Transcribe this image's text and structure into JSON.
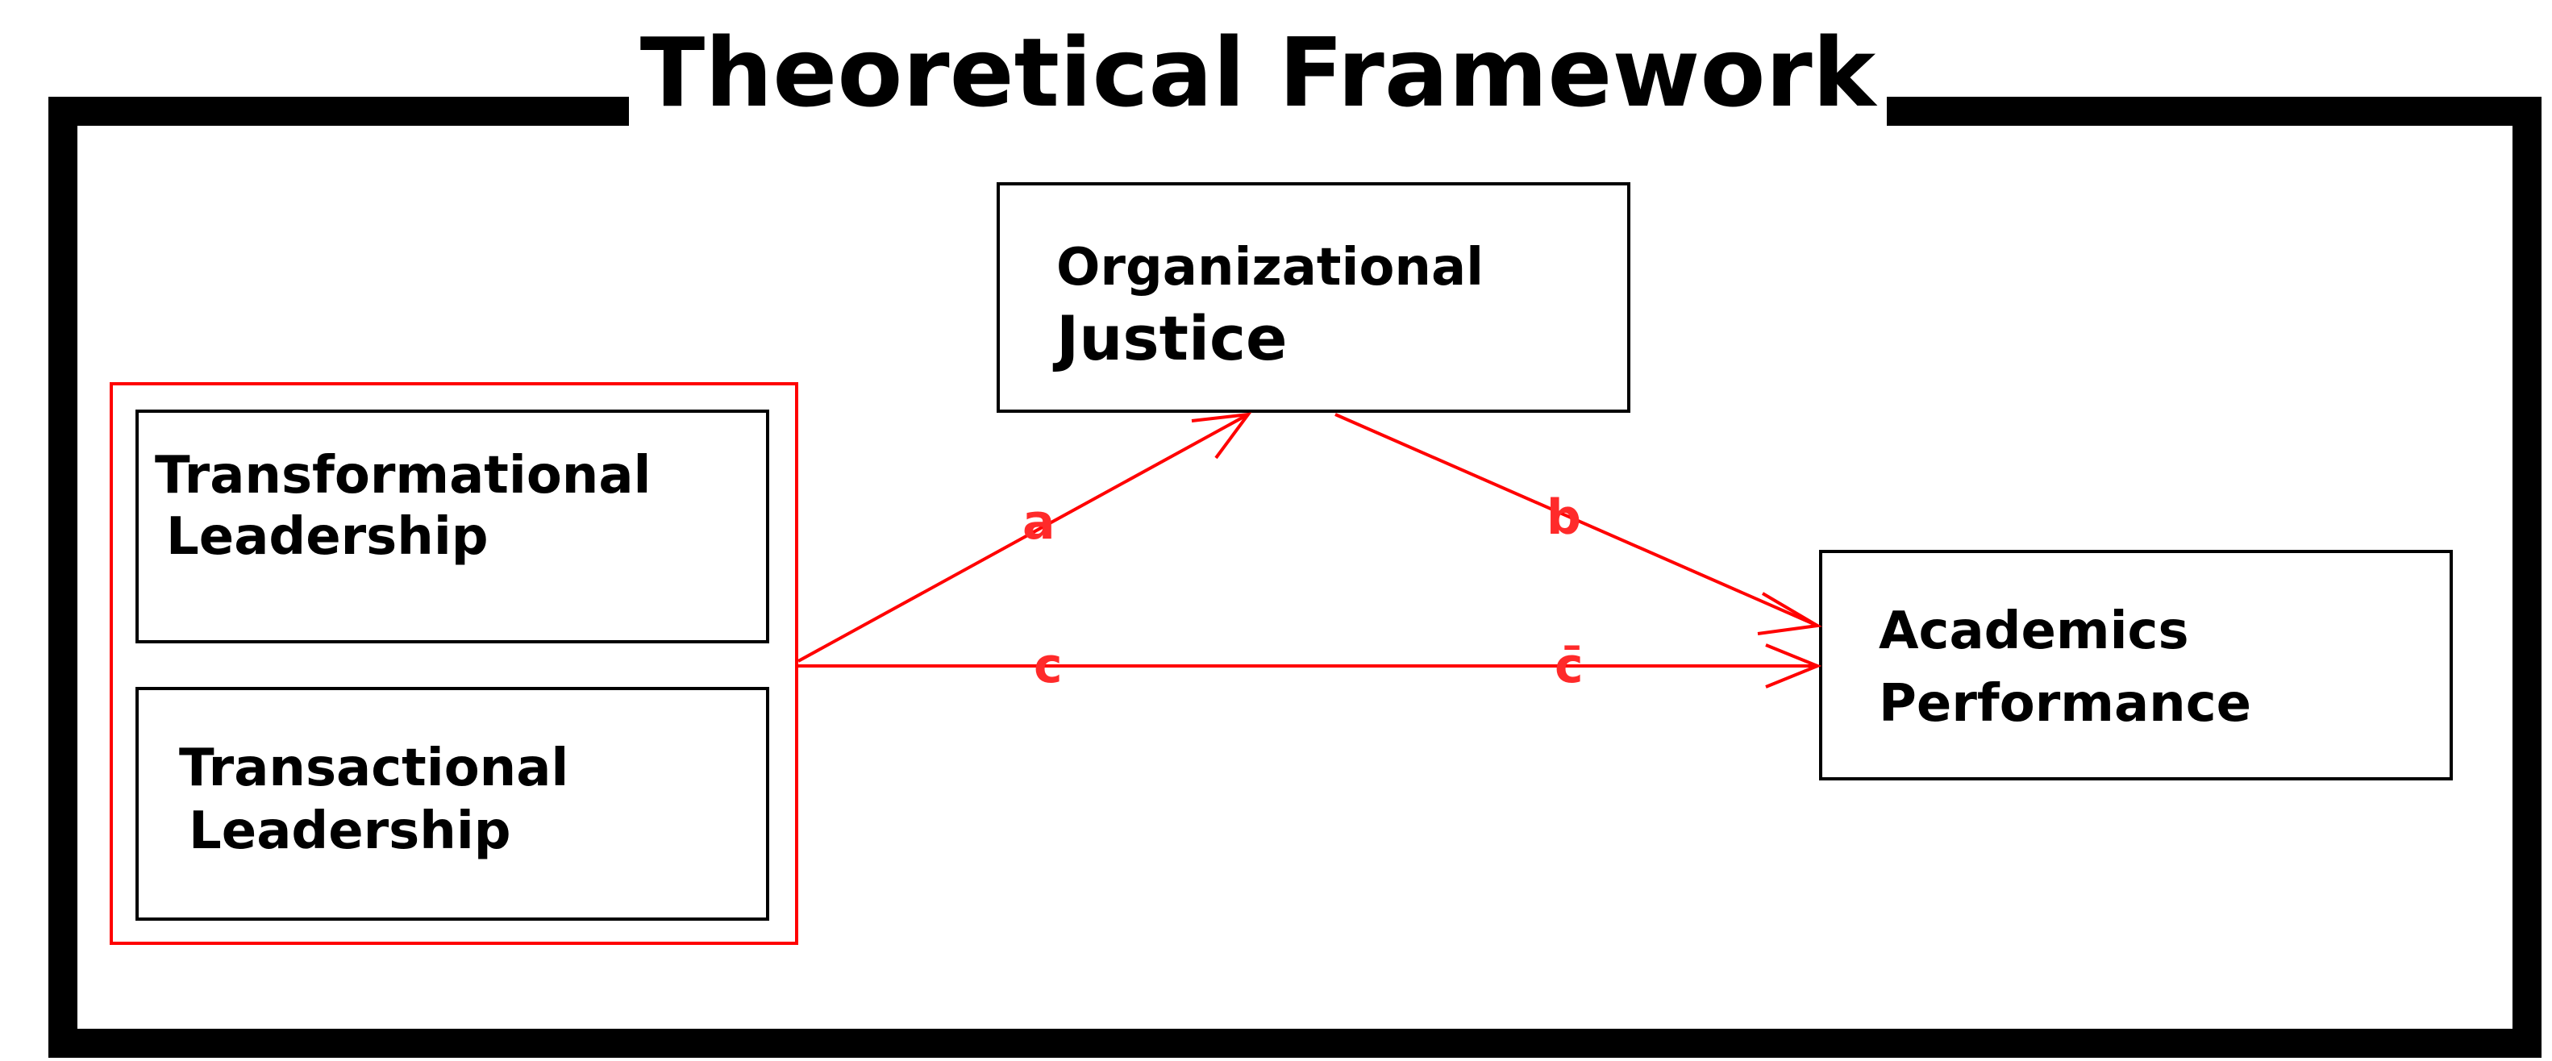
{
  "title": "Theoretical Framework",
  "colors": {
    "frame": "#000000",
    "arrows": "#ff0000",
    "labels": "#ff2a2a"
  },
  "boxes": {
    "transformational": {
      "line1": "Transformational",
      "line2": "Leadership"
    },
    "transactional": {
      "line1": "Transactional",
      "line2": "Leadership"
    },
    "justice": {
      "line1": "Organizational",
      "line2": "Justice"
    },
    "performance": {
      "line1": "Academics",
      "line2": "Performance"
    }
  },
  "paths": {
    "a": "a",
    "b": "b",
    "c": "c",
    "c_prime": "c̄"
  }
}
